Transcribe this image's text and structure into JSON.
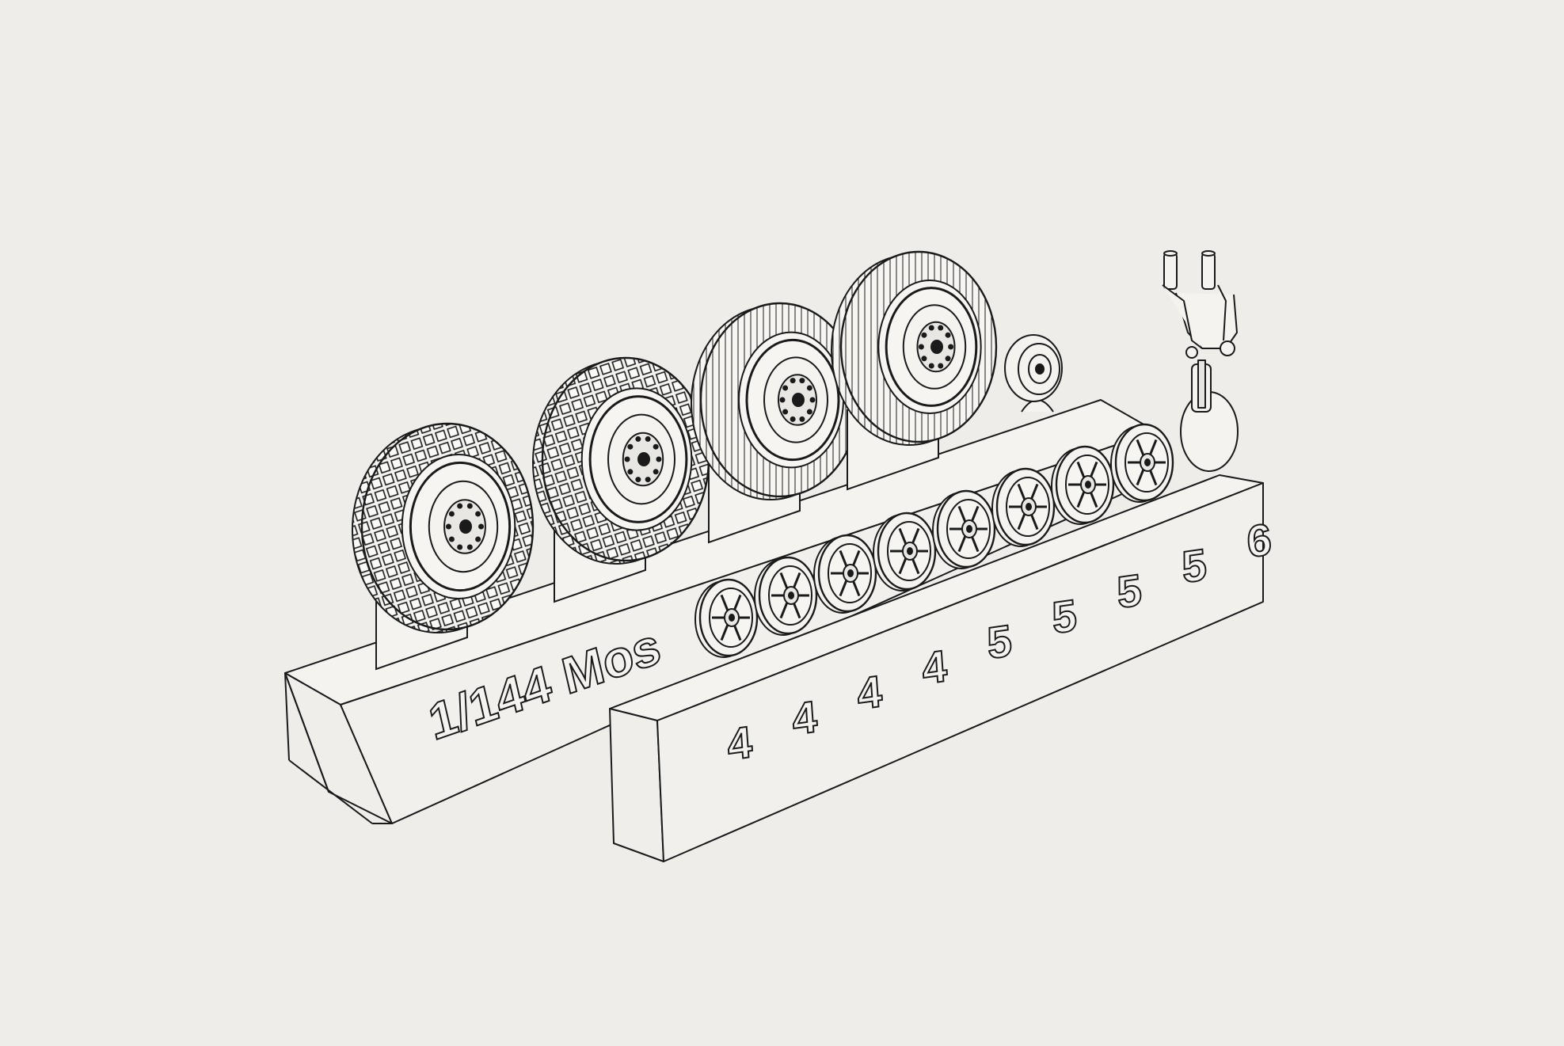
{
  "colors": {
    "background": "#eeedea",
    "line": "#1a1a1a",
    "body_fill": "#f4f3f0",
    "shade": "#d8d7d3",
    "tread": "#3a3a3a"
  },
  "rear_base": {
    "label": "1/144 Mos"
  },
  "front_base": {
    "markings": [
      "4",
      "4",
      "4",
      "4",
      "5",
      "5",
      "5",
      "5",
      "6"
    ]
  },
  "parts": {
    "large_wheels": [
      {
        "tread": "block",
        "name": "block-tread-wheel-1"
      },
      {
        "tread": "block",
        "name": "block-tread-wheel-2"
      },
      {
        "tread": "ribbed",
        "name": "ribbed-wheel-1"
      },
      {
        "tread": "ribbed",
        "name": "ribbed-wheel-2"
      }
    ],
    "small_wheels_count": 8,
    "tail_wheel": true,
    "landing_gear_leg": true
  }
}
